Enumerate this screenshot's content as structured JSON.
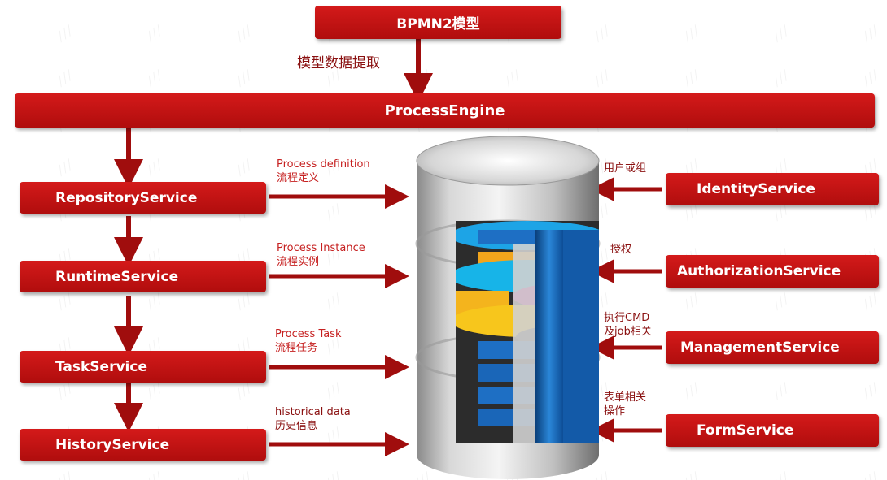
{
  "top": {
    "model_label": "BPMN2模型",
    "extract_label": "模型数据提取",
    "engine_label": "ProcessEngine"
  },
  "left_services": [
    {
      "name": "RepositoryService",
      "desc_en": "Process definition",
      "desc_cn": "流程定义"
    },
    {
      "name": "RuntimeService",
      "desc_en": "Process Instance",
      "desc_cn": "流程实例"
    },
    {
      "name": "TaskService",
      "desc_en": "Process Task",
      "desc_cn": "流程任务"
    },
    {
      "name": "HistoryService",
      "desc_en": "historical data",
      "desc_cn": "历史信息"
    }
  ],
  "right_services": [
    {
      "name": "IdentityService",
      "desc_1": "用户或组",
      "desc_2": ""
    },
    {
      "name": "AuthorizationService",
      "desc_1": "授权",
      "desc_2": ""
    },
    {
      "name": "ManagementService",
      "desc_1": "执行CMD",
      "desc_2": "及job相关"
    },
    {
      "name": "FormService",
      "desc_1": "表单相关",
      "desc_2": "操作"
    }
  ],
  "colors": {
    "box_red": "#c41212",
    "arrow_dark_red": "#a00d0d",
    "label_red": "#c62020"
  },
  "icons": {
    "database": "database-cylinder-icon"
  }
}
